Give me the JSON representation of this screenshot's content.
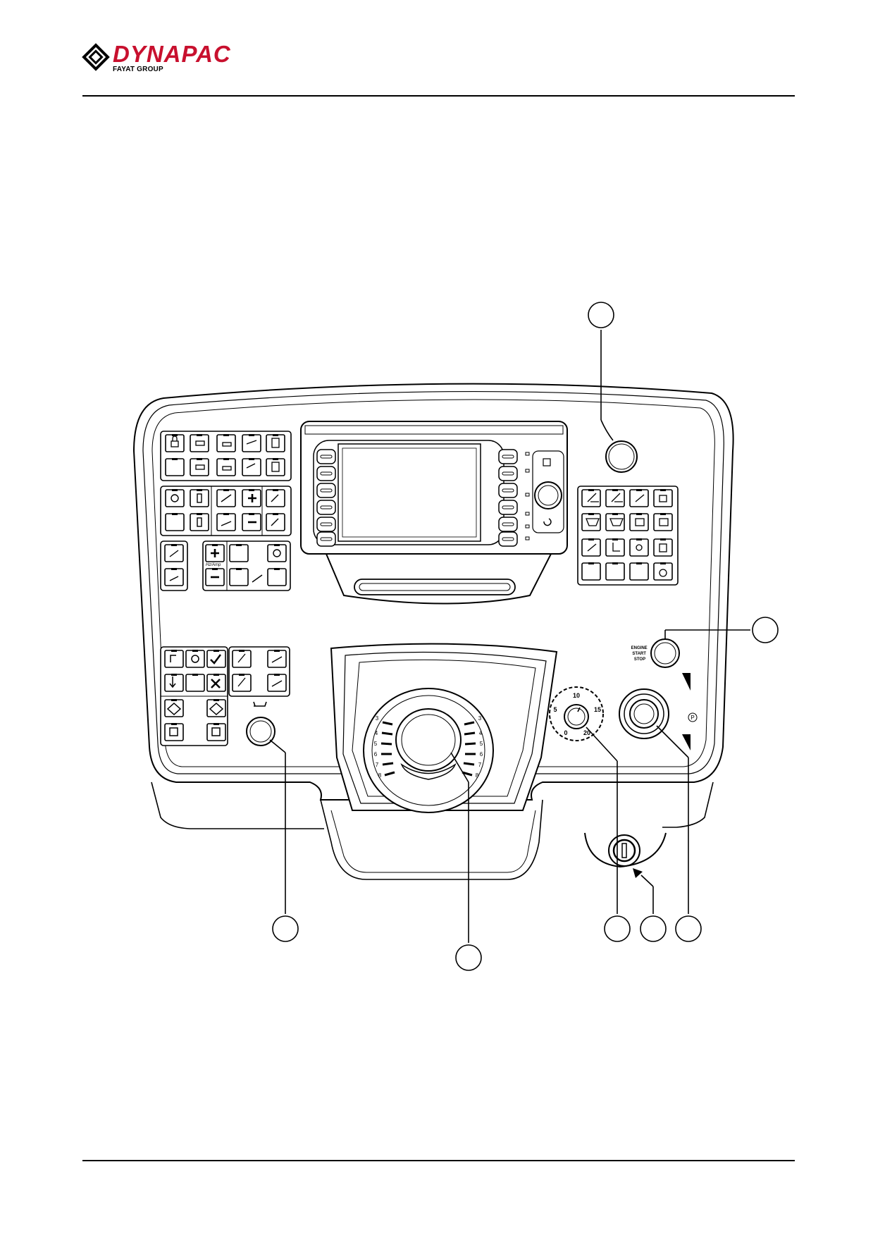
{
  "header": {
    "brand": "DYNAPAC",
    "tagline": "FAYAT GROUP"
  },
  "dashboard": {
    "engine_button": [
      "ENGINE",
      "START",
      "STOP"
    ],
    "speed_dial": {
      "labels": [
        "0",
        "5",
        "10",
        "15",
        "20"
      ]
    },
    "lever_scale": {
      "left": [
        "3",
        "4",
        "5",
        "6",
        "7",
        "8"
      ],
      "right": [
        "3",
        "4",
        "5",
        "6",
        "7",
        "8"
      ]
    },
    "parking_symbol": "P",
    "vibration_label": "Hz/Amp"
  }
}
